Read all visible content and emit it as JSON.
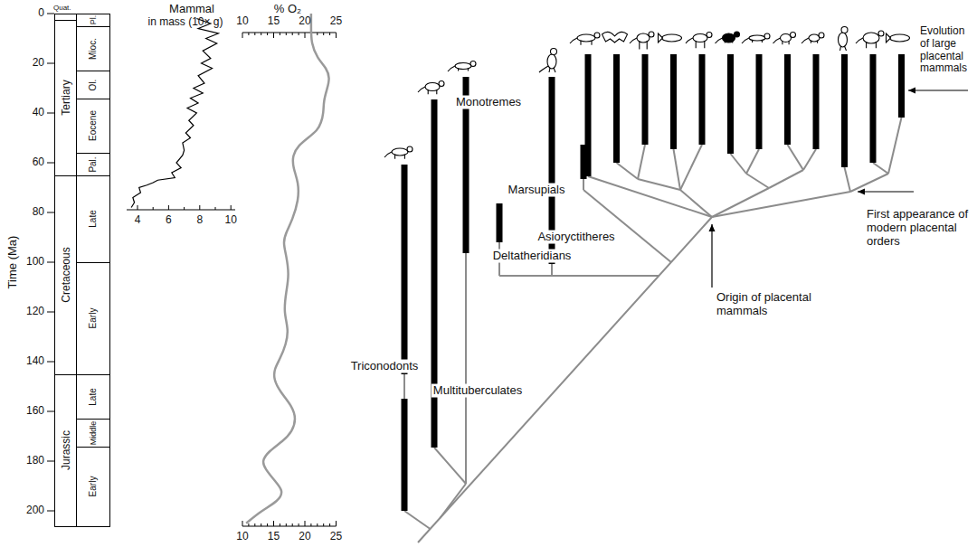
{
  "diagram": {
    "nodes": [
      {
        "text": [
          "Quat."
        ]
      },
      {
        "text": [
          "Tertiary"
        ]
      },
      {
        "text": [
          "Cretaceous"
        ]
      },
      {
        "text": [
          "Jurassic"
        ]
      },
      {
        "text": [
          "Pl."
        ]
      },
      {
        "text": [
          "Mioc."
        ]
      },
      {
        "text": [
          "Ol."
        ]
      },
      {
        "text": [
          "Eocene"
        ]
      },
      {
        "text": [
          "Pal."
        ]
      },
      {
        "text": [
          "Late"
        ]
      },
      {
        "text": [
          "Early"
        ]
      },
      {
        "text": [
          "Late"
        ]
      },
      {
        "text": [
          "Middle"
        ]
      },
      {
        "text": [
          "Early"
        ]
      }
    ],
    "labels": [
      "Mammal",
      "in mass (10× g)",
      "% O₂",
      "0",
      "20",
      "40",
      "60",
      "80",
      "100",
      "120",
      "140",
      "160",
      "180",
      "200",
      "4",
      "6",
      "8",
      "10",
      "10",
      "15",
      "20",
      "25",
      "10",
      "15",
      "20",
      "25",
      "Time (Ma)",
      "Monotremes",
      "Marsupials",
      "Multituberculates",
      "Triconodonts",
      "Deltatheridians",
      "Asioryctitheres",
      "Origin of placental mammals",
      "First appearance of modern placental orders",
      "Evolution of large placental mammals"
    ]
  }
}
